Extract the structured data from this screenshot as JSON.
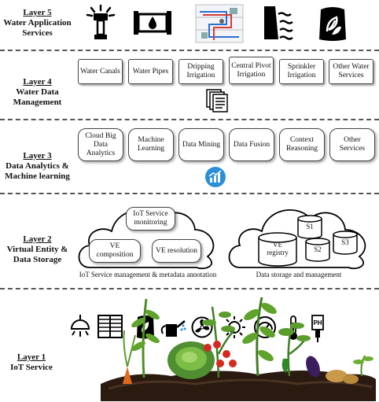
{
  "layer5": {
    "num": "Layer 5",
    "name": "Water Application Services",
    "icons": [
      "sprinkler-icon",
      "water-pipe-icon",
      "building-plumbing-icon",
      "dam-icon",
      "fertilizer-bag-icon"
    ]
  },
  "layer4": {
    "num": "Layer 4",
    "name": "Water Data Management",
    "boxes": [
      "Water Canals",
      "Water Pipes",
      "Dripping Irrigation",
      "Central Pivot Irrigation",
      "Sprinkler Irrigation",
      "Other Water Services"
    ],
    "icon": "documents-icon"
  },
  "layer3": {
    "num": "Layer 3",
    "name": "Data Analytics & Machine learning",
    "boxes": [
      "Cloud Big Data Analytics",
      "Machine Learning",
      "Data Mining",
      "Data Fusion",
      "Context Reasoning",
      "Other Services"
    ],
    "icon": "analytics-chart-icon"
  },
  "layer2": {
    "num": "Layer 2",
    "name": "Virtual Entity & Data Storage",
    "left_cloud": {
      "items": [
        "IoT Service monitoring",
        "VE composition",
        "VE resolution"
      ],
      "caption": "IoT Service management & metadata annotation"
    },
    "right_cloud": {
      "registry": "VE registry",
      "stores": [
        "S1",
        "S2",
        "S3"
      ],
      "caption": "Data storage and management"
    }
  },
  "layer1": {
    "num": "Layer 1",
    "name": "IoT Service",
    "icons": [
      "lamp-icon",
      "window-shade-icon",
      "fertilizer-icon",
      "watering-can-icon",
      "fan-icon",
      "sun-sensor-icon",
      "gauge-icon",
      "thermometer-icon",
      "ph-sensor-icon"
    ],
    "illustration": "vegetable-garden-illustration"
  }
}
